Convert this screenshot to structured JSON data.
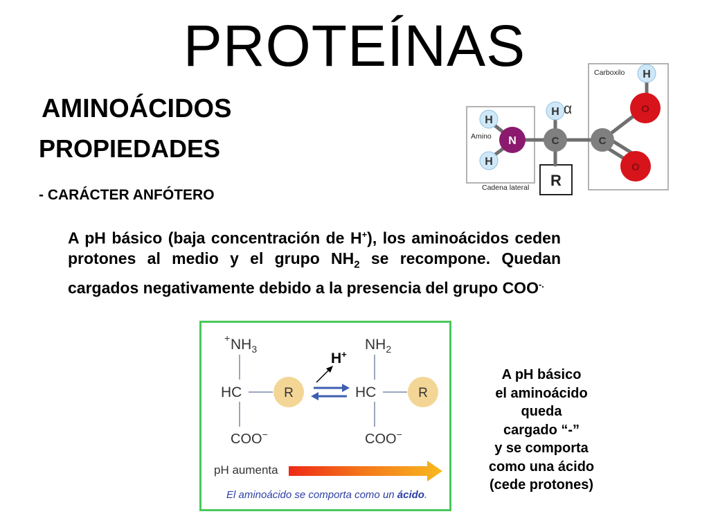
{
  "title": "PROTEÍNAS",
  "subtitle": "AMINOÁCIDOS",
  "section": "PROPIEDADES",
  "subsection": "- CARÁCTER ANFÓTERO",
  "paragraph": {
    "p1": "A pH básico (baja concentración de H",
    "sup1": "+",
    "p2": "), los aminoácidos ceden protones al medio y el grupo NH",
    "sub1": "2",
    "p3": " se recompone. Quedan cargados negativamente debido a la presencia del grupo COO",
    "sup2": "-."
  },
  "aa_diagram": {
    "carboxilo_label": "Carboxilo",
    "amino_label": "Amino",
    "cadena_label": "Cadena lateral",
    "h": "H",
    "n": "N",
    "c": "C",
    "o": "O",
    "r": "R",
    "alpha": "α",
    "colors": {
      "hydrogen": "#cfe8f8",
      "nitrogen": "#8b1a6e",
      "carbon": "#7f7f7f",
      "oxygen": "#d7141b",
      "bond": "#6f6f6f"
    }
  },
  "scheme": {
    "nh3": "NH",
    "nh3_sub": "3",
    "plus": "+",
    "nh2": "NH",
    "nh2_sub": "2",
    "hc": "HC",
    "r": "R",
    "coo": "COO",
    "coo_minus": "−",
    "hplus": "H",
    "hplus_sup": "+",
    "ph_label": "pH aumenta",
    "caption_pre": "El aminoácido se comporta como un ",
    "caption_word": "ácido",
    "caption_post": ".",
    "colors": {
      "border": "#49c85a",
      "r_fill": "#f3d595",
      "bond": "#9aa7bd",
      "arrow_fwd": "#3d5fb0",
      "arrow_back": "#3d5fb0",
      "caption": "#2c3ea4"
    }
  },
  "side_note": {
    "line1": "A pH básico",
    "line2": "el aminoácido",
    "line3": "queda",
    "line4": "cargado “-”",
    "line5": "y se comporta",
    "line6": "como una ácido",
    "line7": "(cede protones)"
  }
}
